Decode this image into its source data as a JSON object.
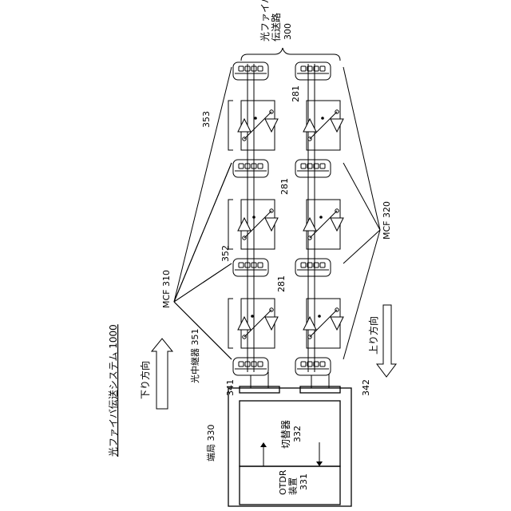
{
  "labels": {
    "system": "光ファイバ伝送システム 1000",
    "downstream": "下り方向",
    "upstream": "上り方向",
    "transmission_path_name": "光ファイバ\n伝送路",
    "transmission_path_ref": "300",
    "repeater": "光中継器 351",
    "ref_352": "352",
    "ref_353": "353",
    "ref_281": "281",
    "mcf_310": "MCF 310",
    "mcf_320": "MCF 320",
    "ref_341": "341",
    "ref_342": "342",
    "terminal_station": "端局 330",
    "switch_name": "切替器",
    "switch_ref": "332",
    "otdr_name": "OTDR\n装置",
    "otdr_ref": "331"
  },
  "colors": {
    "line": "#000000",
    "background": "#ffffff"
  },
  "icons": [
    "fiber-end-icon",
    "amplifier-triangle-icon",
    "arrow-down-icon",
    "arrow-up-icon"
  ]
}
